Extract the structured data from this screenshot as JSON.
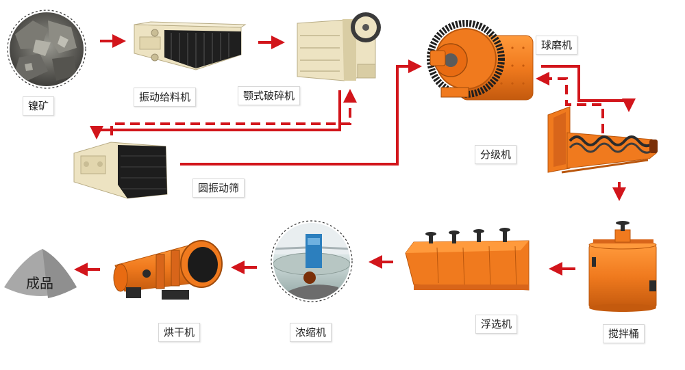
{
  "nodes": {
    "ore": "镍矿",
    "feeder": "振动给料机",
    "jaw": "颚式破碎机",
    "ballmill": "球磨机",
    "classifier": "分级机",
    "screen": "圆振动筛",
    "agitator": "搅拌桶",
    "flotation": "浮选机",
    "thickener": "浓缩机",
    "dryer": "烘干机",
    "product": "成品"
  },
  "colors": {
    "arrow": "#d2151b",
    "machine_orange": "#f07a1e",
    "machine_cream": "#ede3c2",
    "machine_dark": "#2b2b2b",
    "product_gray": "#a8a8a8"
  }
}
